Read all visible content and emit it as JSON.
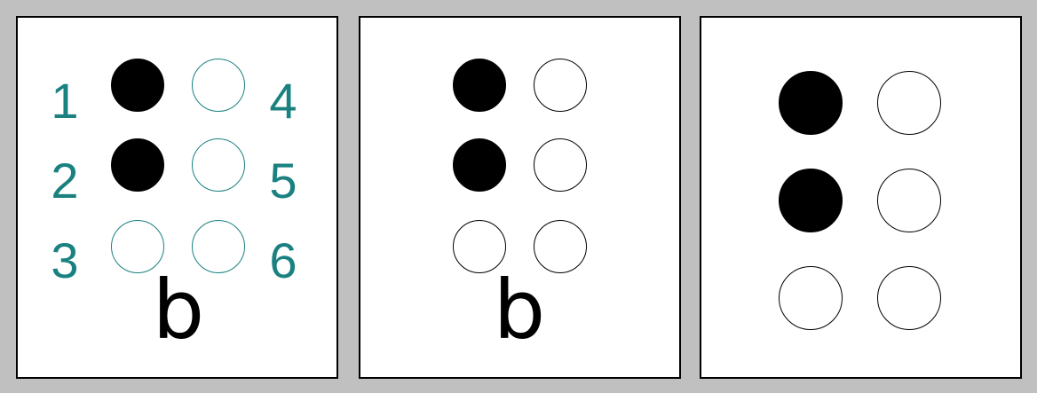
{
  "braille_cell": {
    "letter": "b",
    "raised_dots": [
      1,
      2
    ],
    "dot_numbers": [
      "1",
      "2",
      "3",
      "4",
      "5",
      "6"
    ]
  },
  "panels": [
    {
      "show_numbers": true,
      "show_letter": true,
      "dot_outline_color": "#1a8080"
    },
    {
      "show_numbers": false,
      "show_letter": true,
      "dot_outline_color": "#000000"
    },
    {
      "show_numbers": false,
      "show_letter": false,
      "dot_outline_color": "#000000"
    }
  ],
  "colors": {
    "background": "#c0c0c0",
    "panel": "#ffffff",
    "raised_dot": "#000000",
    "number_text": "#1a8080"
  }
}
